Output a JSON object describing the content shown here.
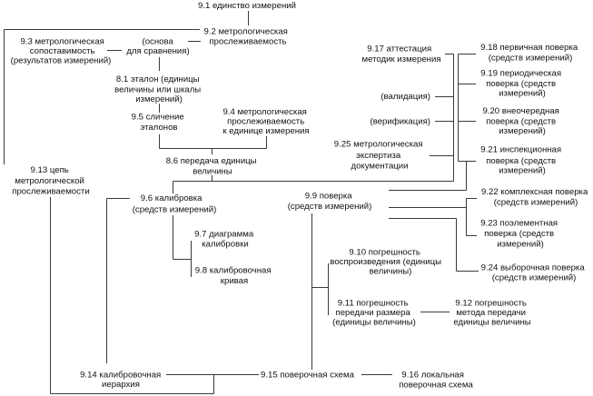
{
  "diagram": {
    "line_color": "#3a3a38",
    "text_color": "#111111",
    "background": "#ffffff"
  },
  "nodes": {
    "n9_1": {
      "lines": [
        "9.1 единство измерений"
      ]
    },
    "n9_2": {
      "lines": [
        "9.2 метрологическая",
        "прослеживаемость"
      ]
    },
    "basis": {
      "lines": [
        "(основа",
        "для сравнения)"
      ]
    },
    "n9_3": {
      "lines": [
        "9.3 метрологическая",
        "сопоставимость",
        "(результатов измерений)"
      ]
    },
    "n8_1": {
      "lines": [
        "8.1 эталон (единицы",
        "величины или шкалы",
        "измерений)"
      ]
    },
    "n9_5": {
      "lines": [
        "9.5 сличение",
        "эталонов"
      ]
    },
    "n9_4": {
      "lines": [
        "9.4 метрологическая",
        "прослеживаемость",
        "к единице измерения"
      ]
    },
    "n8_6": {
      "lines": [
        "8.6 передача единицы",
        "величины"
      ]
    },
    "n9_17": {
      "lines": [
        "9.17 аттестация",
        "методик измерения"
      ]
    },
    "validation": {
      "lines": [
        "(валидация)"
      ]
    },
    "verification": {
      "lines": [
        "(верификация)"
      ]
    },
    "n9_25": {
      "lines": [
        "9.25 метрологическая",
        "экспертиза",
        "документации"
      ]
    },
    "n9_18": {
      "lines": [
        "9.18 первичная поверка",
        "(средств измерений)"
      ]
    },
    "n9_19": {
      "lines": [
        "9.19 периодическая",
        "поверка (средств",
        "измерений)"
      ]
    },
    "n9_20": {
      "lines": [
        "9.20 внеочередная",
        "поверка (средств",
        "измерений)"
      ]
    },
    "n9_21": {
      "lines": [
        "9.21 инспекционная",
        "поверка (средств",
        "измерений)"
      ]
    },
    "n9_22": {
      "lines": [
        "9.22 комплексная поверка",
        "(средств измерений)"
      ]
    },
    "n9_23": {
      "lines": [
        "9.23 поэлементная",
        "поверка (средств",
        "измерений)"
      ]
    },
    "n9_24": {
      "lines": [
        "9.24 выборочная поверка",
        "(средств измерений)"
      ]
    },
    "n9_9": {
      "lines": [
        "9.9 поверка",
        "(средств измерений)"
      ]
    },
    "n9_10": {
      "lines": [
        "9.10 погрешность",
        "воспроизведения (единицы",
        "величины)"
      ]
    },
    "n9_11": {
      "lines": [
        "9.11 погрешность",
        "передачи размера",
        "(единицы величины)"
      ]
    },
    "n9_12": {
      "lines": [
        "9.12 погрешность",
        "метода передачи",
        "единицы величины"
      ]
    },
    "n9_13": {
      "lines": [
        "9.13 цепь",
        "метрологической",
        "прослеживаемости"
      ]
    },
    "n9_6": {
      "lines": [
        "9.6 калибровка",
        "(средств измерений)"
      ]
    },
    "n9_7": {
      "lines": [
        "9.7 диаграмма",
        "калибровки"
      ]
    },
    "n9_8": {
      "lines": [
        "9.8 калибровочная",
        "кривая"
      ]
    },
    "n9_14": {
      "lines": [
        "9.14 калибровочная",
        "иерархия"
      ]
    },
    "n9_15": {
      "lines": [
        "9.15 поверочная схема"
      ]
    },
    "n9_16": {
      "lines": [
        "9.16 локальная",
        "поверочная схема"
      ]
    }
  }
}
